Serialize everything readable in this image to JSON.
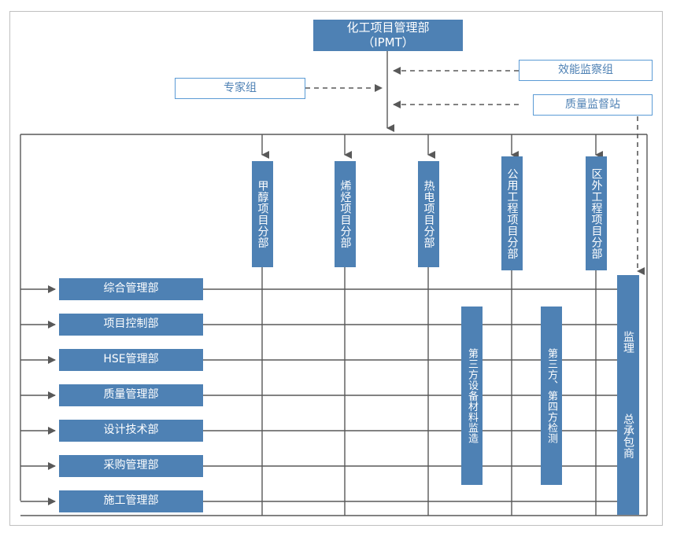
{
  "diagram": {
    "title_box": {
      "label": "化工项目管理部\n（IPMT）"
    },
    "side_boxes": [
      {
        "name": "expert-group",
        "label": "专家组"
      },
      {
        "name": "efficiency-supervision-group",
        "label": "效能监察组"
      },
      {
        "name": "quality-supervision-station",
        "label": "质量监督站"
      }
    ],
    "project_divisions": [
      {
        "name": "methanol-project-division",
        "label": "甲醇项目分部"
      },
      {
        "name": "olefin-project-division",
        "label": "烯烃项目分部"
      },
      {
        "name": "thermal-power-project-division",
        "label": "热电项目分部"
      },
      {
        "name": "utility-engineering-project-division",
        "label": "公用工程项目分部"
      },
      {
        "name": "off-site-engineering-project-division",
        "label": "区外工程项目分部"
      }
    ],
    "departments": [
      {
        "name": "general-management-department",
        "label": "综合管理部"
      },
      {
        "name": "project-control-department",
        "label": "项目控制部"
      },
      {
        "name": "hse-management-department",
        "label": "HSE管理部"
      },
      {
        "name": "quality-management-department",
        "label": "质量管理部"
      },
      {
        "name": "design-technology-department",
        "label": "设计技术部"
      },
      {
        "name": "procurement-management-department",
        "label": "采购管理部"
      },
      {
        "name": "construction-management-department",
        "label": "施工管理部"
      }
    ],
    "third_party_boxes": [
      {
        "name": "third-party-equipment-material-supervision",
        "label": "第三方设备材料监造"
      },
      {
        "name": "third-party-fourth-party-inspection",
        "label": "第三方、第四方检测"
      }
    ],
    "right_column": {
      "name": "supervision-general-contractor",
      "upper_label": "监理",
      "lower_label": "总承包商"
    },
    "colors": {
      "fill_blue": "#4e81b4",
      "border_blue": "#5b9bd5",
      "line_gray": "#595959",
      "frame_gray": "#bfbfbf",
      "text_white": "#ffffff"
    }
  }
}
